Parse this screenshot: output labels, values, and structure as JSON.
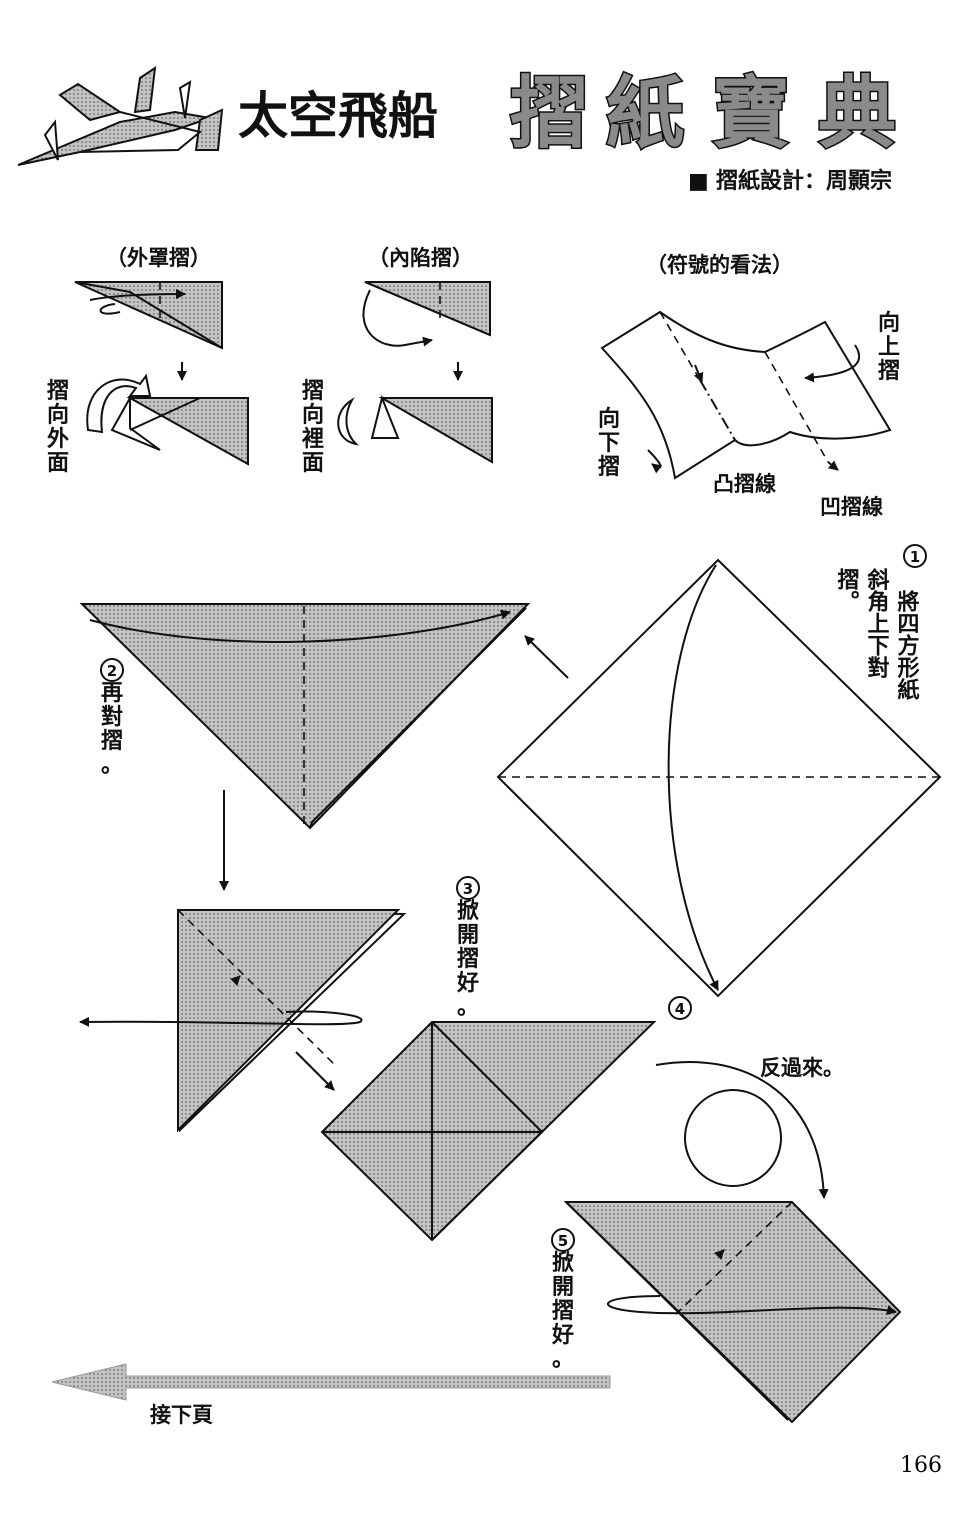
{
  "header": {
    "title": "太空飛船",
    "title_big": [
      "摺",
      "紙",
      "寶",
      "典"
    ],
    "credit_bullet": "■",
    "credit": "摺紙設計：周顥宗"
  },
  "legend": {
    "outer_fold": {
      "title": "（外罩摺）",
      "side": [
        "摺",
        "向",
        "外",
        "面"
      ]
    },
    "inner_fold": {
      "title": "（內陷摺）",
      "side": [
        "摺",
        "向",
        "裡",
        "面"
      ]
    },
    "symbols": {
      "title": "（符號的看法）",
      "fold_up": [
        "向",
        "上",
        "摺"
      ],
      "fold_down": [
        "向",
        "下",
        "摺"
      ],
      "mountain": "凸摺線",
      "valley": "凹摺線"
    }
  },
  "steps": [
    {
      "num": "1",
      "text_cols": [
        "將四方形紙",
        "斜角上下對",
        "摺。"
      ]
    },
    {
      "num": "2",
      "text": [
        "再",
        "對",
        "摺",
        "。"
      ]
    },
    {
      "num": "3",
      "text": [
        "掀",
        "開",
        "摺",
        "好",
        "。"
      ]
    },
    {
      "num": "4",
      "text": "反過來。"
    },
    {
      "num": "5",
      "text": [
        "掀",
        "開",
        "摺",
        "好",
        "。"
      ]
    }
  ],
  "footer": {
    "next": "接下頁",
    "page_number": "166"
  }
}
